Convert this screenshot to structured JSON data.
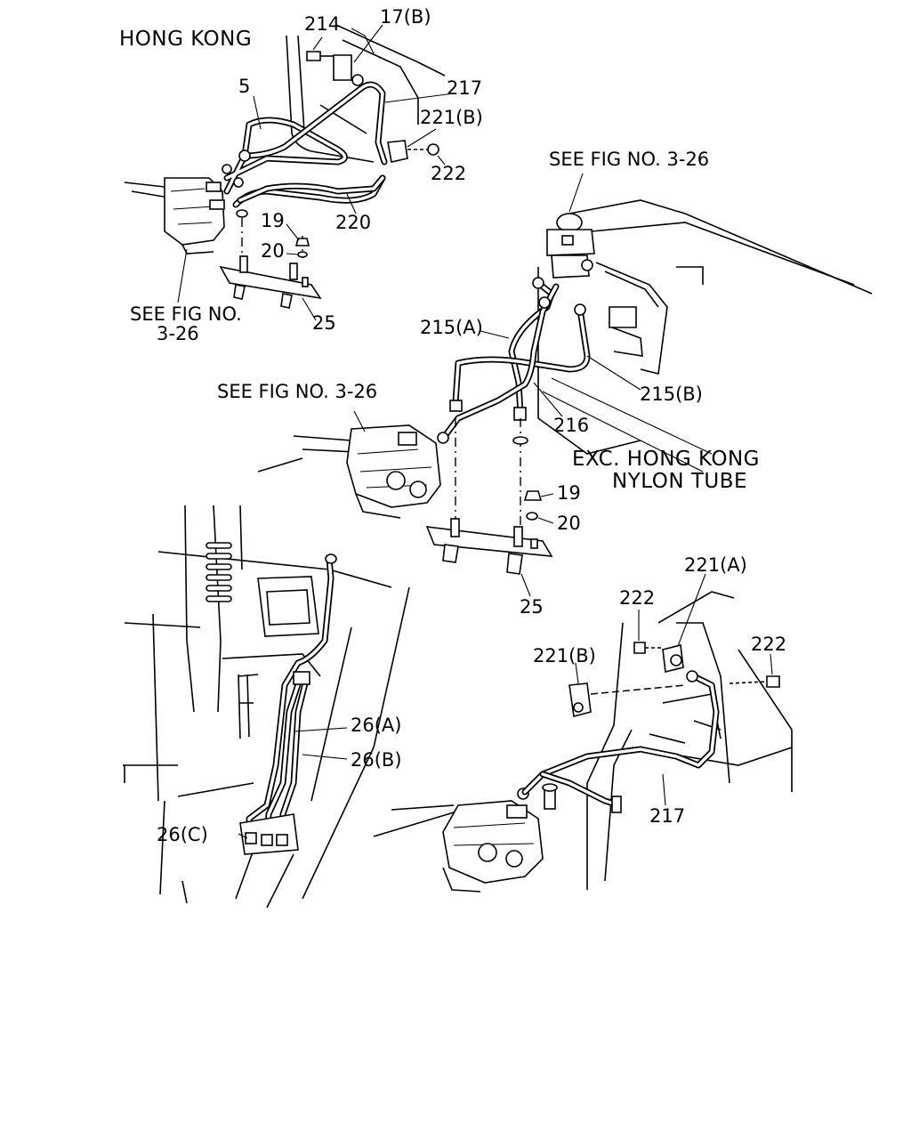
{
  "labels": {
    "region_hong_kong": "HONG KONG",
    "region_exc_hong_kong": "EXC. HONG KONG",
    "nylon_tube": "NYLON TUBE",
    "see_fig_a": "SEE FIG NO. 3-26",
    "see_fig_b_line1": "SEE FIG NO.",
    "see_fig_b_line2": "3-26",
    "see_fig_c": "SEE FIG NO. 3-26"
  },
  "parts": {
    "p214": "214",
    "p17b": "17(B)",
    "p5": "5",
    "p217_top": "217",
    "p221b_top": "221(B)",
    "p222_top": "222",
    "p220": "220",
    "p19_top": "19",
    "p20_top": "20",
    "p25_top": "25",
    "p215a": "215(A)",
    "p215b": "215(B)",
    "p216": "216",
    "p19_mid": "19",
    "p20_mid": "20",
    "p25_mid": "25",
    "p26a": "26(A)",
    "p26b": "26(B)",
    "p26c": "26(C)",
    "p221a": "221(A)",
    "p222_left": "222",
    "p222_right": "222",
    "p221b_bottom": "221(B)",
    "p217_bottom": "217"
  }
}
